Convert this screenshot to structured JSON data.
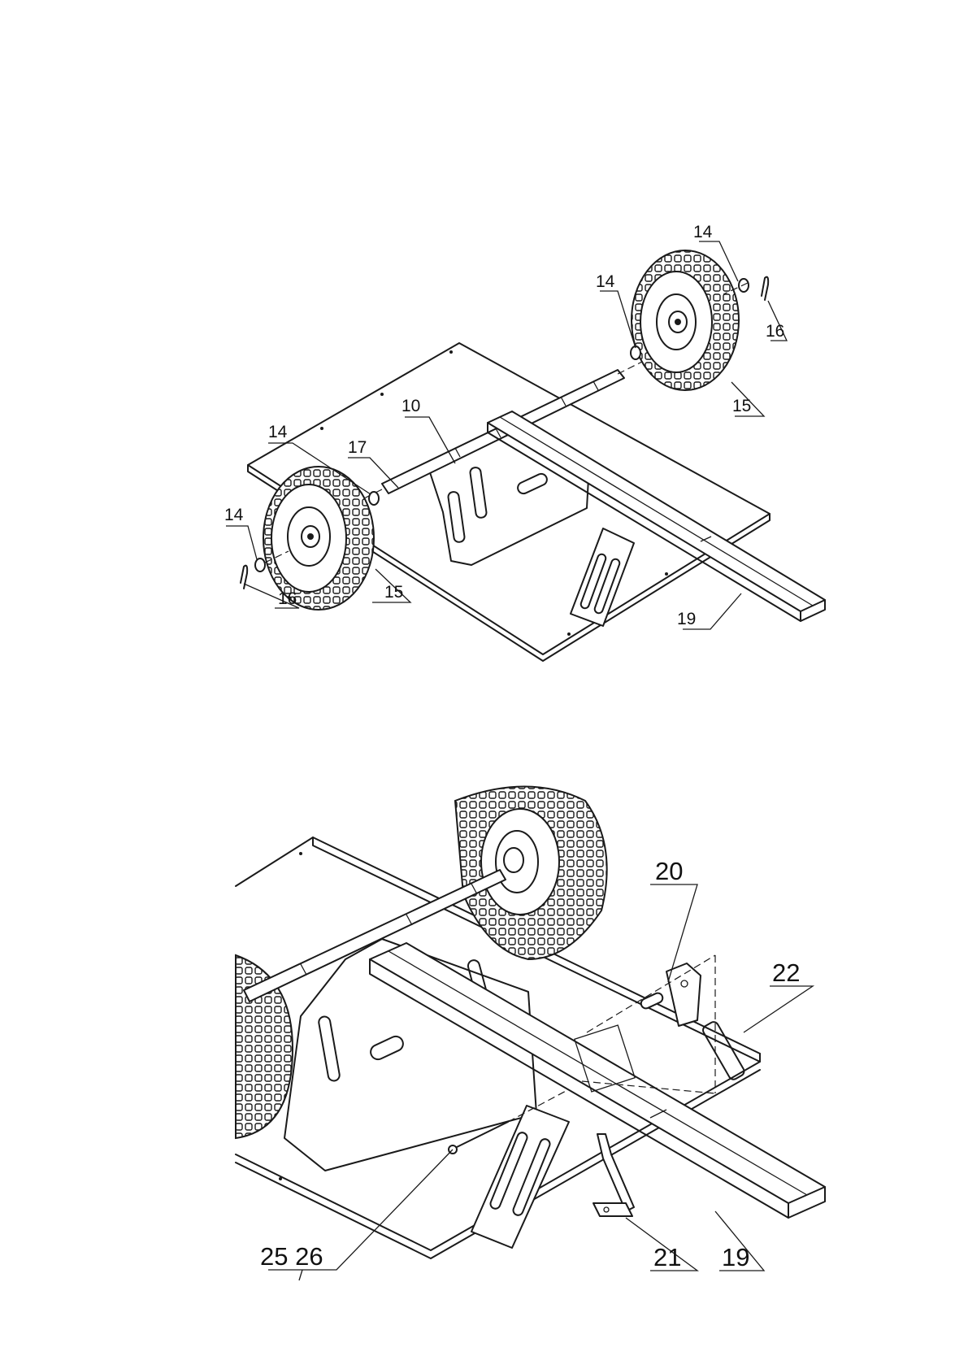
{
  "figure_top": {
    "callouts": [
      "14",
      "14",
      "16",
      "14",
      "10",
      "17",
      "14",
      "14",
      "16",
      "15",
      "15",
      "19"
    ]
  },
  "figure_bottom": {
    "callouts": [
      "20",
      "22",
      "25 26",
      "21",
      "19"
    ]
  },
  "colors": {
    "line": "#1a1a1a",
    "background": "#ffffff"
  }
}
